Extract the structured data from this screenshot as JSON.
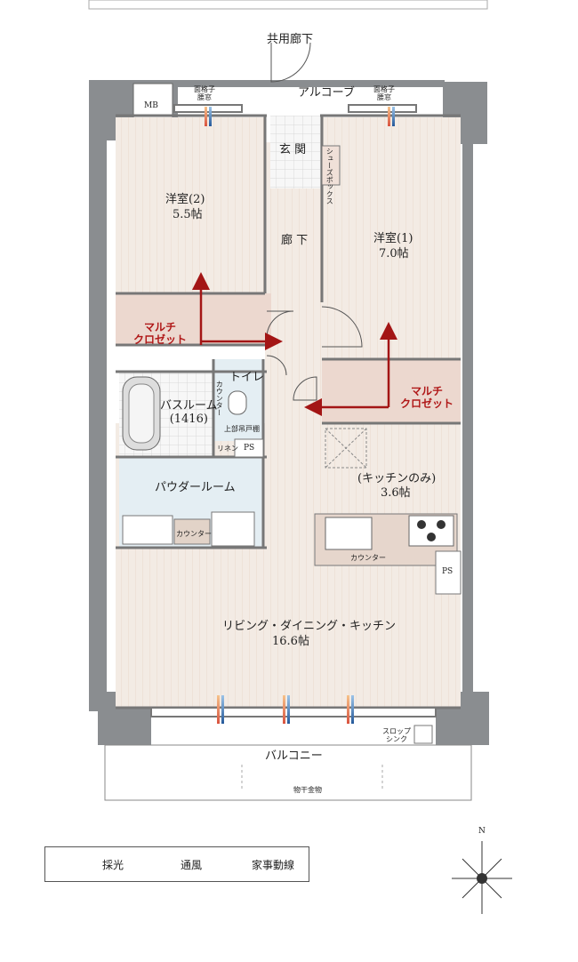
{
  "labels": {
    "common_corridor": "共用廊下",
    "alcove": "アルコーブ",
    "mb": "MB",
    "lattice_window_left": "面格子\n腰窓",
    "lattice_window_right": "面格子\n腰窓",
    "genkan": "玄 関",
    "shoe_box": "シューズボックス",
    "western2_name": "洋室(2)",
    "western2_size": "5.5帖",
    "western1_name": "洋室(1)",
    "western1_size": "7.0帖",
    "hallway": "廊 下",
    "multi_closet_left": "マルチ\nクロゼット",
    "multi_closet_right": "マルチ\nクロゼット",
    "toilet": "トイレ",
    "counter_toilet": "カウンター",
    "upper_cabinet": "上部吊戸棚",
    "bathroom": "バスルーム\n(1416)",
    "linen": "リネン",
    "ps": "PS",
    "powder_room": "パウダールーム",
    "counter_powder": "カウンター",
    "kitchen_only": "(キッチンのみ)",
    "kitchen_size": "3.6帖",
    "counter_kitchen": "カウンター",
    "ps_kitchen": "PS",
    "ldk_name": "リビング・ダイニング・キッチン",
    "ldk_size": "16.6帖",
    "slop_sink": "スロップ\nシンク",
    "balcony": "バルコニー",
    "drying_hardware": "物干金物",
    "north": "N"
  },
  "legend": {
    "daylight": "採光",
    "ventilation": "通風",
    "housework": "家事動線"
  },
  "colors": {
    "room_floor": "#f3ebe4",
    "closet_floor": "#ecd8cf",
    "wall": "#8a8d90",
    "arrow_red": "#a31515",
    "ventilation_blue": "#2f6fb0",
    "daylight_orange": "#e8a24a"
  }
}
